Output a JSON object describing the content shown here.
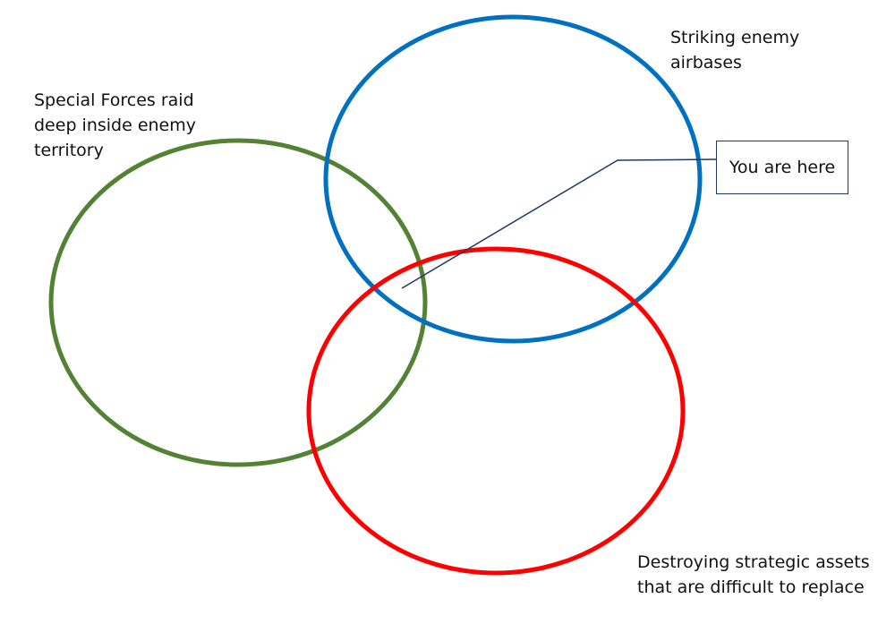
{
  "diagram": {
    "type": "venn",
    "sets": [
      {
        "id": "special-forces",
        "label_lines": [
          "Special Forces raid",
          "deep inside enemy",
          "territory"
        ],
        "color": "#548235"
      },
      {
        "id": "airbases",
        "label_lines": [
          "Striking enemy",
          "airbases"
        ],
        "color": "#0070c0"
      },
      {
        "id": "strategic-assets",
        "label_lines": [
          "Destroying strategic assets",
          "that are difficult to replace"
        ],
        "color": "#ff0000"
      }
    ],
    "callout": {
      "text": "You are here",
      "points_to": "intersection of all three sets",
      "line_color": "#1f3864"
    }
  }
}
